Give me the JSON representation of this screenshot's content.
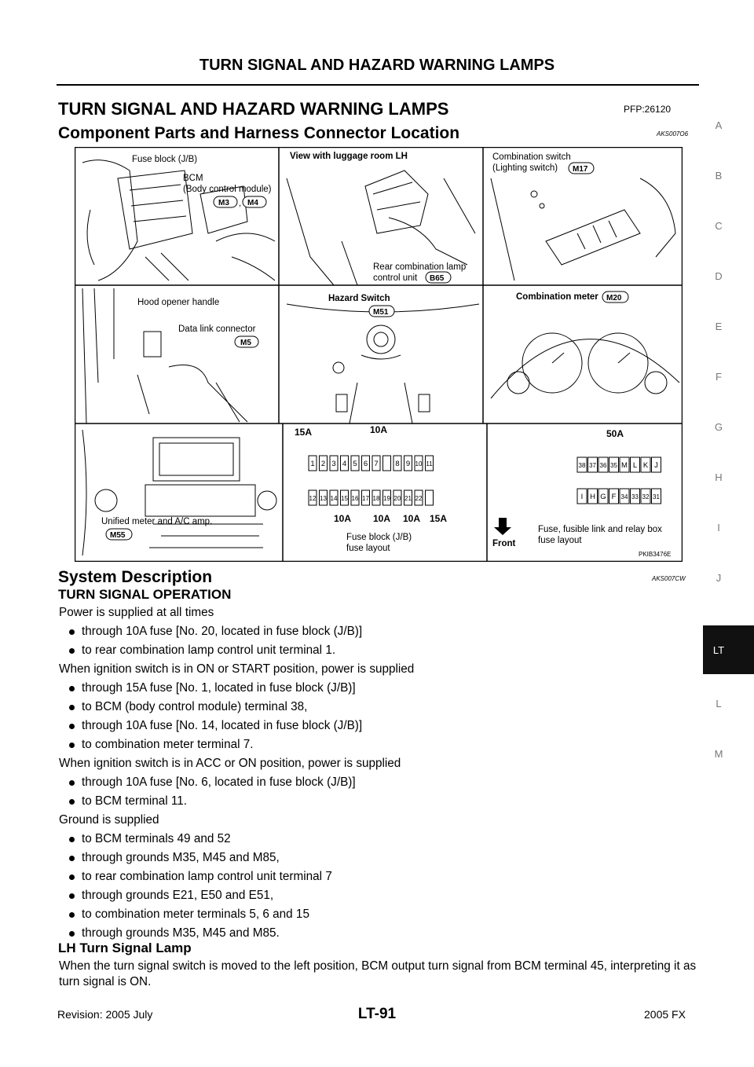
{
  "header": {
    "title": "TURN SIGNAL AND HAZARD WARNING LAMPS"
  },
  "main": {
    "title": "TURN SIGNAL AND HAZARD WARNING LAMPS",
    "pfp": "PFP:26120",
    "comp_section": {
      "title": "Component Parts and Harness Connector Location",
      "code": "AKS007O6"
    },
    "figure": {
      "panels": {
        "p1": {
          "fuse_block": "Fuse block (J/B)",
          "bcm": "BCM",
          "bcm_full": "(Body control module)",
          "conn_a": "M3",
          "sep": ",",
          "conn_b": "M4"
        },
        "p2": {
          "title": "View with luggage room LH",
          "label1": "Rear combination lamp",
          "label2": "control unit",
          "conn": "B65"
        },
        "p3": {
          "label1": "Combination switch",
          "label2": "(Lighting switch)",
          "conn": "M17"
        },
        "p4": {
          "label1": "Hood opener handle",
          "label2": "Data link connector",
          "conn": "M5"
        },
        "p5": {
          "label": "Hazard Switch",
          "conn": "M51"
        },
        "p6": {
          "label": "Combination meter",
          "conn": "M20"
        },
        "p7": {
          "label": "Unified meter and A/C amp.",
          "conn": "M55"
        },
        "p8": {
          "top_amps": [
            "15A",
            "10A"
          ],
          "row1": [
            "1",
            "2",
            "3",
            "4",
            "5",
            "6",
            "7",
            "",
            "8",
            "9",
            "10",
            "11"
          ],
          "row2": [
            "12",
            "13",
            "14",
            "15",
            "16",
            "17",
            "18",
            "19",
            "20",
            "21",
            "22",
            ""
          ],
          "bottom_amps": [
            "10A",
            "10A",
            "10A",
            "15A"
          ],
          "caption1": "Fuse block (J/B)",
          "caption2": "fuse layout"
        },
        "p9": {
          "amp": "50A",
          "row1": [
            "38",
            "37",
            "36",
            "35",
            "M",
            "L",
            "K",
            "J"
          ],
          "row2": [
            "I",
            "H",
            "G",
            "F",
            "34",
            "33",
            "32",
            "31"
          ],
          "front": "Front",
          "caption1": "Fuse, fusible link and relay box",
          "caption2": "fuse layout"
        }
      },
      "figure_code": "PKIB3476E"
    },
    "sys_section": {
      "title": "System Description",
      "code": "AKS007CW"
    },
    "turn_heading": "TURN SIGNAL OPERATION",
    "paragraphs": {
      "p1": "Power is supplied at all times",
      "p2": "When ignition switch is in ON or START position, power is supplied",
      "p3": "When ignition switch is in ACC or ON position, power is supplied",
      "p4": "Ground is supplied"
    },
    "bullets": [
      "through 10A fuse [No. 20, located in fuse block (J/B)]",
      "to rear combination lamp control unit terminal 1.",
      "through 15A fuse [No. 1, located in fuse block (J/B)]",
      "to BCM (body control module) terminal 38,",
      "through 10A fuse [No. 14, located in fuse block (J/B)]",
      "to combination meter terminal 7.",
      "through 10A fuse [No. 6, located in fuse block (J/B)]",
      "to BCM terminal 11.",
      "to BCM terminals 49 and 52",
      "through grounds M35, M45 and M85,",
      "to rear combination lamp control unit terminal 7",
      "through grounds E21, E50 and E51,",
      "to combination meter terminals 5, 6 and 15",
      "through grounds M35, M45 and M85."
    ],
    "lh_heading": "LH Turn Signal Lamp",
    "lh_text": "When the turn signal switch is moved to the left position, BCM output turn signal from BCM terminal 45, interpreting it as turn signal is ON."
  },
  "side_index": {
    "letters": [
      "A",
      "B",
      "C",
      "D",
      "E",
      "F",
      "G",
      "H",
      "I",
      "J",
      "L",
      "M"
    ],
    "active": "LT"
  },
  "footer": {
    "revision": "Revision: 2005 July",
    "page": "LT-91",
    "model": "2005 FX"
  }
}
